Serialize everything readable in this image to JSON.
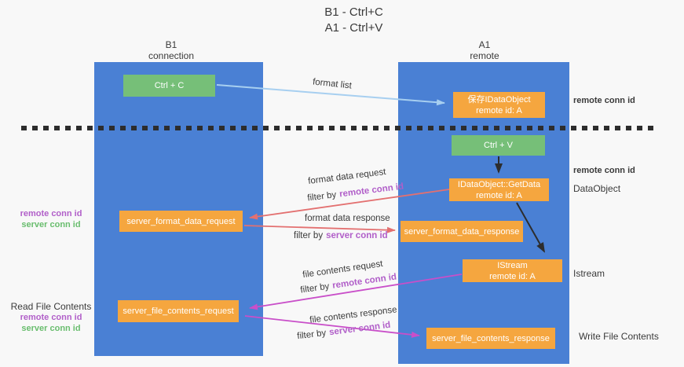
{
  "title": {
    "line1": "B1 - Ctrl+C",
    "line2": "A1 - Ctrl+V"
  },
  "columns": {
    "left": {
      "name": "B1",
      "subtitle": "connection"
    },
    "right": {
      "name": "A1",
      "subtitle": "remote"
    }
  },
  "nodes": {
    "ctrl_c": "Ctrl + C",
    "ctrl_v": "Ctrl + V",
    "save_idataobject_line1": "保存IDataObject",
    "save_idataobject_line2": "remote id: A",
    "getdata_line1": "IDataObject::GetData",
    "getdata_line2": "remote id: A",
    "istream_line1": "IStream",
    "istream_line2": "remote id: A",
    "server_format_data_request": "server_format_data_request",
    "server_format_data_response": "server_format_data_response",
    "server_file_contents_request": "server_file_contents_request",
    "server_file_contents_response": "server_file_contents_response"
  },
  "edge_labels": {
    "format_list": "format list",
    "format_data_request": "format data request",
    "format_data_response": "format data response",
    "file_contents_request": "file contents request",
    "file_contents_response": "file contents response",
    "filter_by": "filter by",
    "remote_conn_id": "remote conn id",
    "server_conn_id": "server conn id"
  },
  "side_labels": {
    "remote_conn_id": "remote conn id",
    "server_conn_id": "server conn id",
    "dataobject": "DataObject",
    "istream": "Istream",
    "read_file_contents": "Read File Contents",
    "write_file_contents": "Write File Contents"
  },
  "colors": {
    "column_blue": "#4a80d4",
    "node_orange": "#f5a63f",
    "node_green": "#76bf78",
    "arrow_lightblue": "#a7cff0",
    "arrow_salmon": "#e37070",
    "arrow_magenta": "#c94fc9",
    "arrow_black": "#2d2d2d",
    "text_dark": "#3a3a3a",
    "label_purple": "#b15fc9",
    "label_green": "#69bd6e",
    "box_text": "#ffffff",
    "background": "#f8f8f8"
  }
}
